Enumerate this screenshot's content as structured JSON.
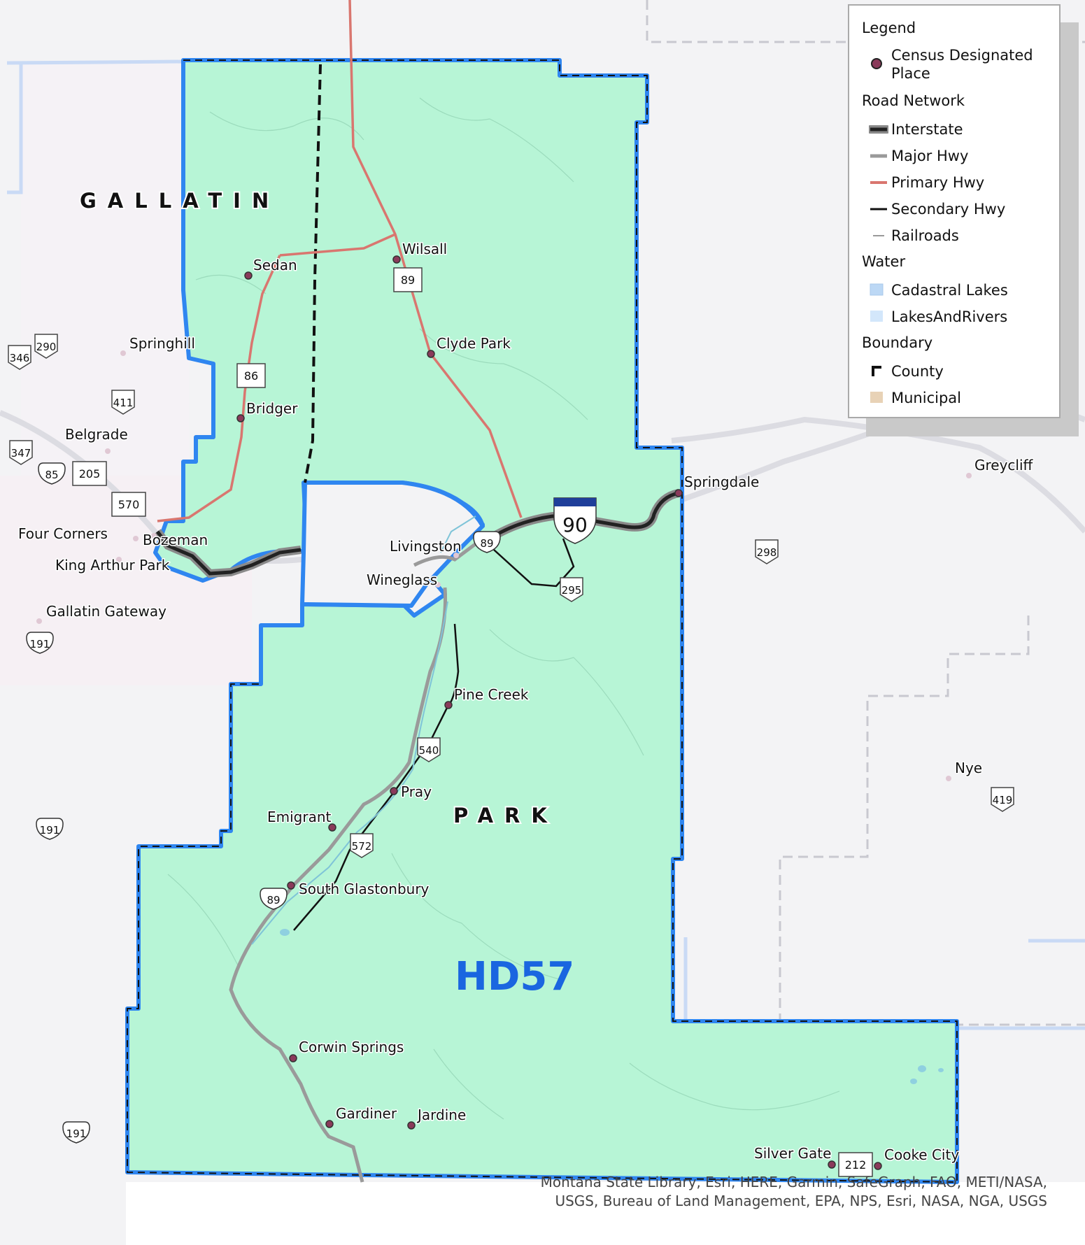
{
  "map": {
    "district_label": "HD57",
    "counties": [
      "GALLATIN",
      "PARK"
    ],
    "places": [
      {
        "name": "Sedan",
        "in_district": true
      },
      {
        "name": "Wilsall",
        "in_district": true
      },
      {
        "name": "Clyde Park",
        "in_district": true
      },
      {
        "name": "Bridger",
        "in_district": true
      },
      {
        "name": "Springdale",
        "in_district": true
      },
      {
        "name": "Pine Creek",
        "in_district": true
      },
      {
        "name": "Pray",
        "in_district": true
      },
      {
        "name": "Emigrant",
        "in_district": true
      },
      {
        "name": "South Glastonbury",
        "in_district": true
      },
      {
        "name": "Corwin Springs",
        "in_district": true
      },
      {
        "name": "Gardiner",
        "in_district": true
      },
      {
        "name": "Jardine",
        "in_district": true
      },
      {
        "name": "Silver Gate",
        "in_district": true
      },
      {
        "name": "Cooke City",
        "in_district": true
      },
      {
        "name": "Springhill",
        "in_district": false
      },
      {
        "name": "Belgrade",
        "in_district": false
      },
      {
        "name": "Four Corners",
        "in_district": false
      },
      {
        "name": "Bozeman",
        "in_district": false
      },
      {
        "name": "King Arthur Park",
        "in_district": false
      },
      {
        "name": "Gallatin Gateway",
        "in_district": false
      },
      {
        "name": "Livingston",
        "in_district": false
      },
      {
        "name": "Wineglass",
        "in_district": false
      },
      {
        "name": "Greycliff",
        "in_district": false
      },
      {
        "name": "Nye",
        "in_district": false
      }
    ],
    "route_shields": [
      {
        "type": "interstate",
        "number": "90"
      },
      {
        "type": "us",
        "number": "89"
      },
      {
        "type": "us",
        "number": "89"
      },
      {
        "type": "us",
        "number": "85"
      },
      {
        "type": "us",
        "number": "191"
      },
      {
        "type": "us",
        "number": "191"
      },
      {
        "type": "us",
        "number": "191"
      },
      {
        "type": "state",
        "number": "89"
      },
      {
        "type": "state",
        "number": "86"
      },
      {
        "type": "state",
        "number": "205"
      },
      {
        "type": "state",
        "number": "570"
      },
      {
        "type": "state",
        "number": "212"
      },
      {
        "type": "secondary",
        "number": "295"
      },
      {
        "type": "secondary",
        "number": "540"
      },
      {
        "type": "secondary",
        "number": "572"
      },
      {
        "type": "secondary",
        "number": "298"
      },
      {
        "type": "secondary",
        "number": "419"
      },
      {
        "type": "secondary",
        "number": "346"
      },
      {
        "type": "secondary",
        "number": "290"
      },
      {
        "type": "secondary",
        "number": "411"
      },
      {
        "type": "secondary",
        "number": "347"
      }
    ],
    "attribution_lines": [
      "Montana State Library, Esri, HERE, Garmin, SafeGraph, FAO, METI/NASA,",
      "USGS, Bureau of Land Management, EPA, NPS, Esri, NASA, NGA, USGS"
    ],
    "colors": {
      "district_fill": "#b7f5d6",
      "district_outline": "#2f86f0",
      "county_boundary": "#111111",
      "primary_hwy": "#d9766f",
      "major_hwy": "#9a9a9a",
      "interstate": "#222222",
      "secondary_hwy": "#111111",
      "place_dot": "#8a3a5a"
    }
  },
  "legend": {
    "title": "Legend",
    "census_place": "Census Designated Place",
    "road_network": "Road Network",
    "roads": [
      "Interstate",
      "Major Hwy",
      "Primary Hwy",
      "Secondary Hwy",
      "Railroads"
    ],
    "water": "Water",
    "water_items": [
      "Cadastral Lakes",
      "LakesAndRivers"
    ],
    "boundary": "Boundary",
    "boundary_items": [
      "County",
      "Municipal"
    ]
  }
}
